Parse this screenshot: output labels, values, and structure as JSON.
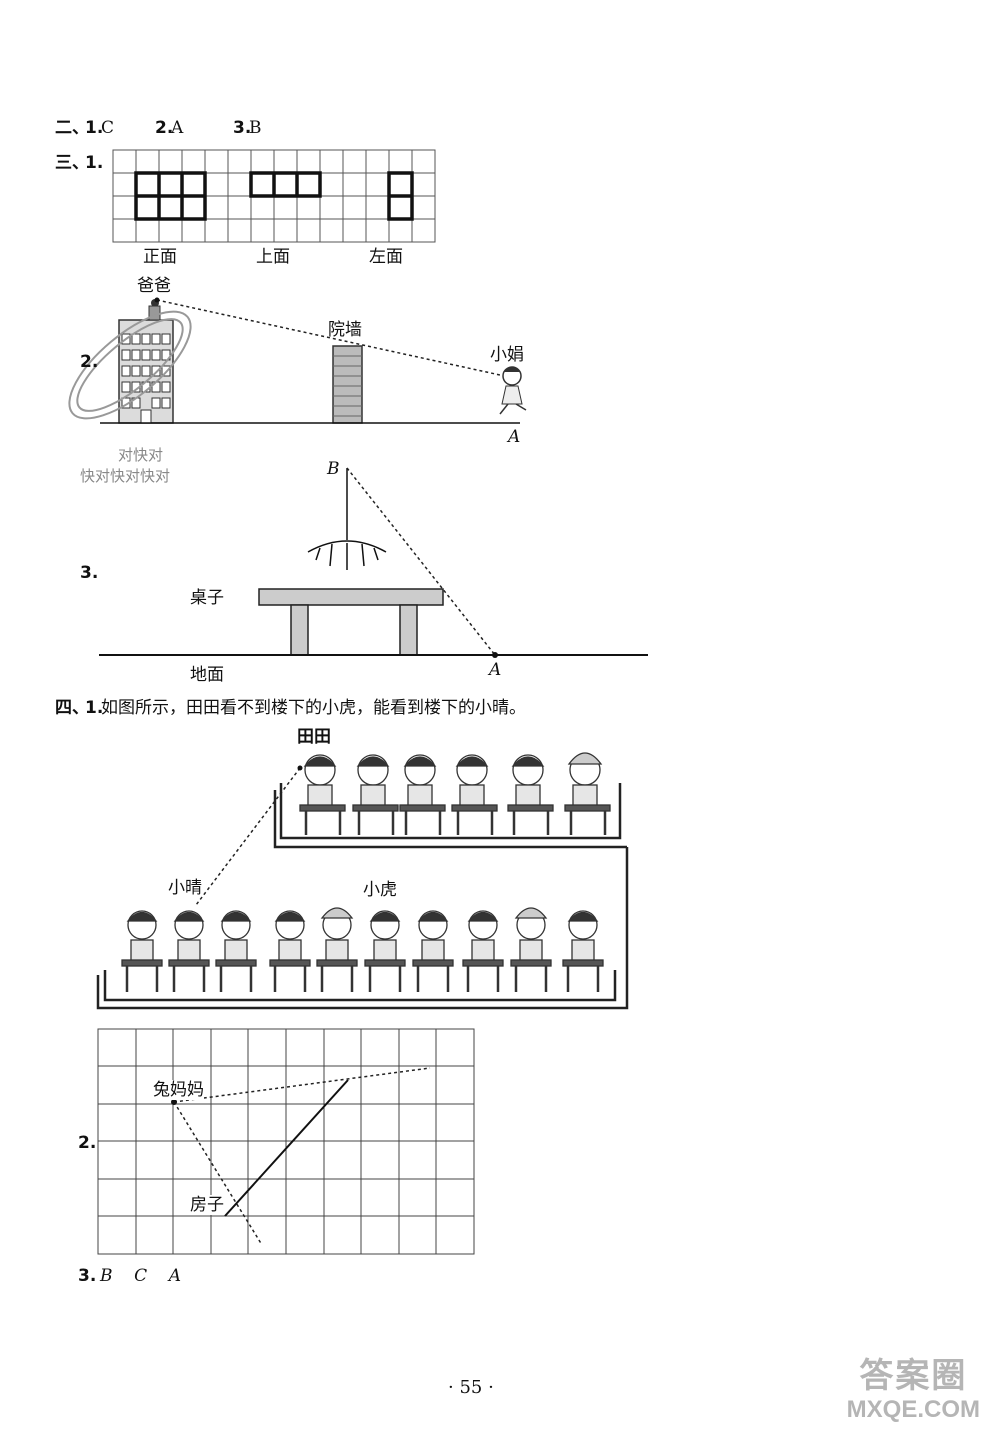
{
  "section2": {
    "head": "二、",
    "q1_num": "1.",
    "q1_ans": "C",
    "q2_num": "2.",
    "q2_ans": " A",
    "q3_num": "3.",
    "q3_ans": "B"
  },
  "section3": {
    "head": "三、",
    "q1_num": "1.",
    "labels": [
      "正面",
      "上面",
      "左面"
    ],
    "q2_num": "2.",
    "fig2": {
      "dad": "爸爸",
      "wall": "院墙",
      "girl": "小娟",
      "point": "A"
    },
    "stamp": [
      "对快对",
      "快对快对快对"
    ],
    "q3_num": "3.",
    "fig3": {
      "point_b": "B",
      "table": "桌子",
      "ground": "地面",
      "point_a": "A"
    }
  },
  "section4": {
    "head": "四、",
    "q1_num": "1.",
    "q1_text": "如图所示，田田看不到楼下的小虎，能看到楼下的小晴。",
    "fig1": {
      "tiantian": "田田",
      "xiaoqing": "小晴",
      "xiaohu": "小虎"
    },
    "q2_num": "2.",
    "fig2": {
      "rabbit": "兔妈妈",
      "house": "房子"
    },
    "q3_num": "3.",
    "q3_ans": "B    C    A"
  },
  "page_number": "· 55 ·",
  "watermark": {
    "top": "答案圈",
    "bottom": "MXQE.COM"
  }
}
